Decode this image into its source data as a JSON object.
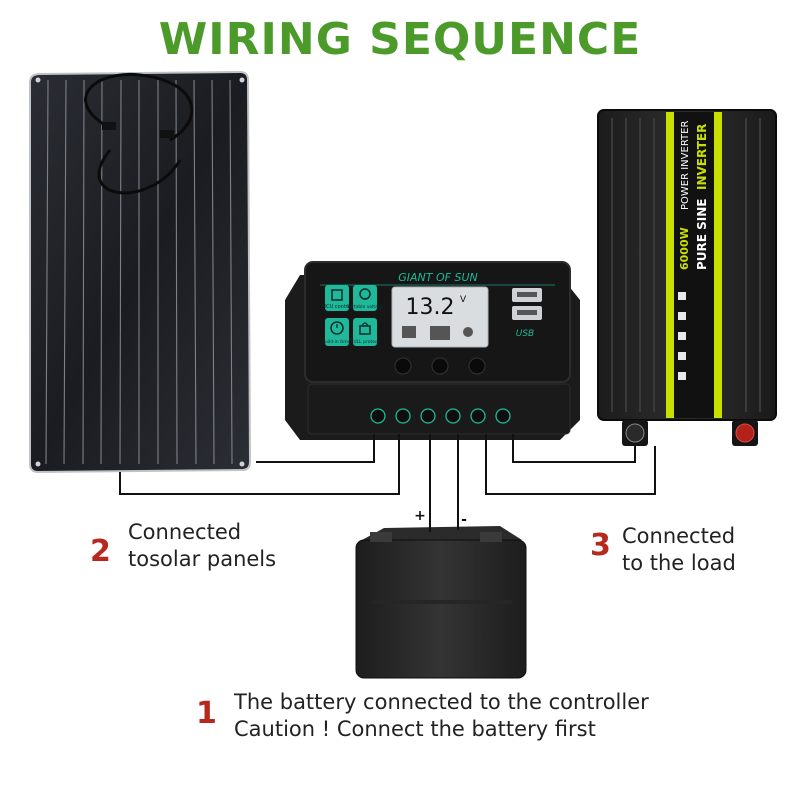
{
  "title": "WIRING SEQUENCE",
  "controller": {
    "brand": "GIANT OF SUN",
    "display_value": "13.2",
    "display_unit": "V",
    "features": [
      "MCU control",
      "Settable voltage",
      "Build-in timer",
      "FULL protect"
    ],
    "usb_label": "USB"
  },
  "inverter": {
    "power_label": "6000W",
    "line1": "POWER INVERTER",
    "line2": "PURE SINE",
    "line3": "INVERTER"
  },
  "battery": {
    "plus": "+",
    "minus": "-"
  },
  "steps": [
    {
      "number": "1",
      "lines": [
        "The battery connected to the controller",
        "Caution ! Connect the battery first"
      ]
    },
    {
      "number": "2",
      "lines": [
        "Connected",
        "tosolar panels"
      ]
    },
    {
      "number": "3",
      "lines": [
        "Connected",
        "to the load"
      ]
    }
  ],
  "colors": {
    "title": "#4c9a2a",
    "step_number": "#b7281f",
    "inverter_stripe": "#c8e000",
    "controller_accent": "#1fb89a"
  }
}
